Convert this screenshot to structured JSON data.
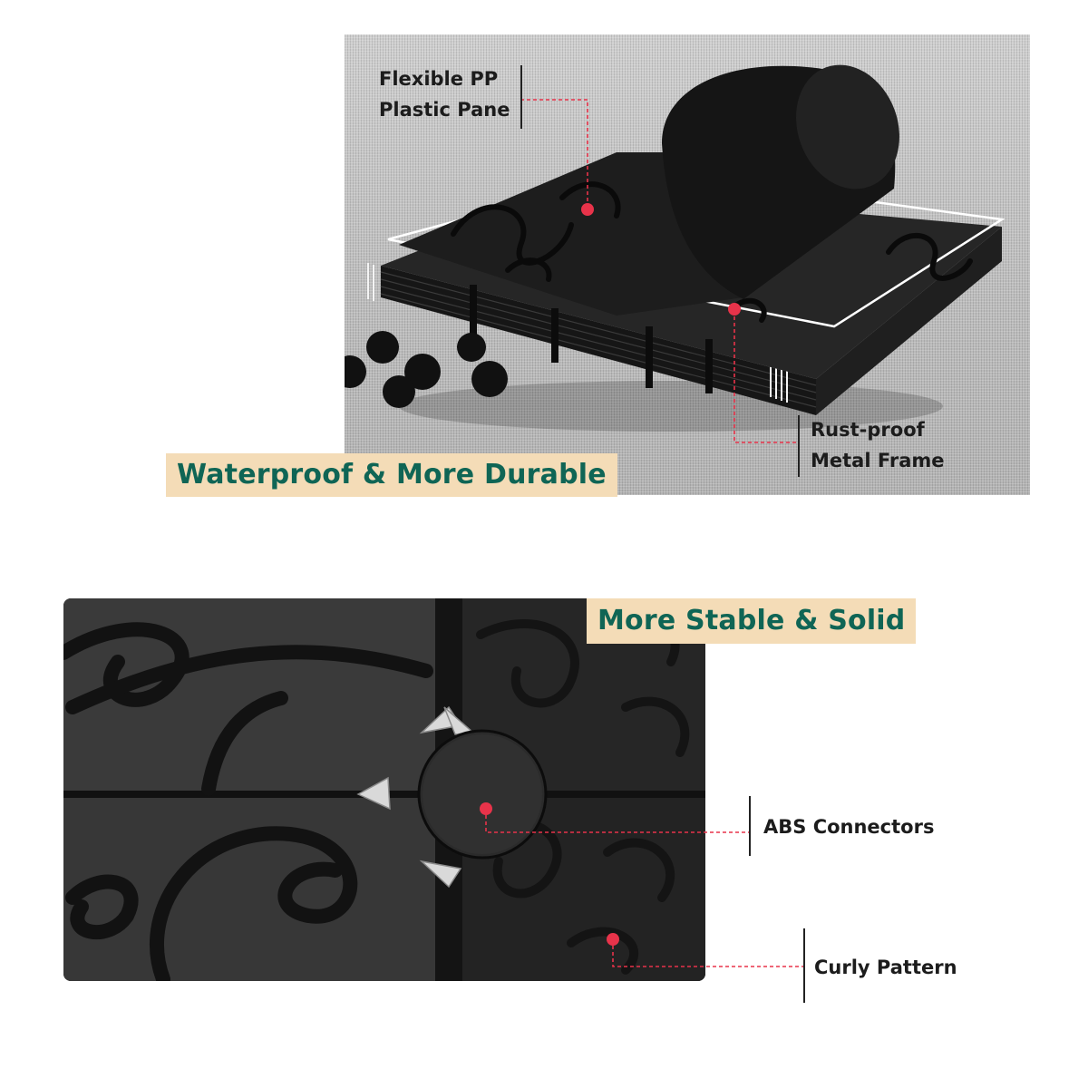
{
  "top_section": {
    "banner": "Waterproof & More Durable",
    "callouts": {
      "flexible_line1": "Flexible PP",
      "flexible_line2": "Plastic Pane",
      "rust_line1": "Rust-proof",
      "rust_line2": "Metal Frame"
    }
  },
  "bottom_section": {
    "banner": "More Stable & Solid",
    "callouts": {
      "abs": "ABS Connectors",
      "curly": "Curly Pattern"
    }
  },
  "colors": {
    "banner_background": "#f4dcb7",
    "banner_text": "#0f6555",
    "marker": "#e8334a",
    "callout_text": "#1c1c1c"
  }
}
